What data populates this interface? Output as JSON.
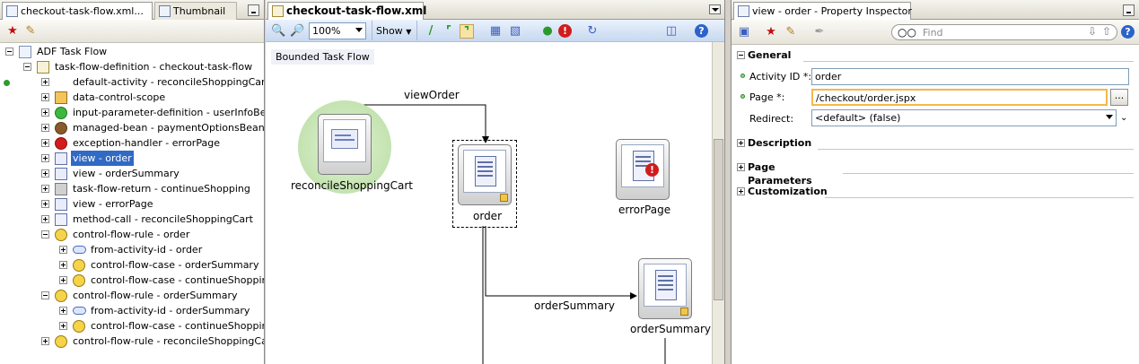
{
  "left_pane": {
    "tabs": [
      {
        "label": "checkout-task-flow.xml..."
      },
      {
        "label": "Thumbnail"
      }
    ],
    "tree": [
      {
        "label": "ADF Task Flow",
        "icon": "adf-taskflow-icon",
        "indent": 0,
        "expander": "minus"
      },
      {
        "label": "task-flow-definition - checkout-task-flow",
        "icon": "task-flow-definition-icon",
        "indent": 1,
        "expander": "minus"
      },
      {
        "label": "default-activity - reconcileShoppingCart",
        "icon": "default-activity-icon",
        "indent": 2,
        "expander": "plus"
      },
      {
        "label": "data-control-scope",
        "icon": "data-control-scope-icon",
        "indent": 2,
        "expander": "plus"
      },
      {
        "label": "input-parameter-definition - userInfoBean",
        "icon": "input-parameter-icon",
        "indent": 2,
        "expander": "plus"
      },
      {
        "label": "managed-bean - paymentOptionsBean",
        "icon": "managed-bean-icon",
        "indent": 2,
        "expander": "plus"
      },
      {
        "label": "exception-handler - errorPage",
        "icon": "exception-handler-icon",
        "indent": 2,
        "expander": "plus"
      },
      {
        "label": "view - order",
        "icon": "view-icon",
        "indent": 2,
        "expander": "plus",
        "selected": true
      },
      {
        "label": "view - orderSummary",
        "icon": "view-icon",
        "indent": 2,
        "expander": "plus"
      },
      {
        "label": "task-flow-return - continueShopping",
        "icon": "task-flow-return-icon",
        "indent": 2,
        "expander": "plus"
      },
      {
        "label": "view - errorPage",
        "icon": "view-icon",
        "indent": 2,
        "expander": "plus"
      },
      {
        "label": "method-call - reconcileShoppingCart",
        "icon": "method-call-icon",
        "indent": 2,
        "expander": "plus"
      },
      {
        "label": "control-flow-rule - order",
        "icon": "control-flow-rule-icon",
        "indent": 2,
        "expander": "minus"
      },
      {
        "label": "from-activity-id - order",
        "icon": "from-activity-icon",
        "indent": 3,
        "expander": "plus"
      },
      {
        "label": "control-flow-case - orderSummary",
        "icon": "control-flow-case-icon",
        "indent": 3,
        "expander": "plus"
      },
      {
        "label": "control-flow-case - continueShopping",
        "icon": "control-flow-case-icon",
        "indent": 3,
        "expander": "plus"
      },
      {
        "label": "control-flow-rule - orderSummary",
        "icon": "control-flow-rule-icon",
        "indent": 2,
        "expander": "minus"
      },
      {
        "label": "from-activity-id - orderSummary",
        "icon": "from-activity-icon",
        "indent": 3,
        "expander": "plus"
      },
      {
        "label": "control-flow-case - continueShopping",
        "icon": "control-flow-case-icon",
        "indent": 3,
        "expander": "plus"
      },
      {
        "label": "control-flow-rule - reconcileShoppingCart",
        "icon": "control-flow-rule-icon",
        "indent": 2,
        "expander": "plus"
      }
    ]
  },
  "center_pane": {
    "tab_label": "checkout-task-flow.xml",
    "zoom": "100%",
    "show_label": "Show",
    "canvas_header": "Bounded Task Flow",
    "activities": {
      "reconcile": "reconcileShoppingCart",
      "order": "order",
      "error": "errorPage",
      "summary": "orderSummary"
    },
    "flows": {
      "view_order": "viewOrder",
      "order_summary": "orderSummary"
    }
  },
  "right_pane": {
    "tab_label": "view - order - Property Inspector",
    "find_placeholder": "Find",
    "sections": {
      "general": "General",
      "description": "Description",
      "page_parameters": "Page Parameters",
      "customization": "Customization"
    },
    "fields": {
      "activity_id_label": "Activity ID *:",
      "activity_id_value": "order",
      "page_label": "Page *:",
      "page_value": "/checkout/order.jspx",
      "redirect_label": "Redirect:",
      "redirect_value": "<default> (false)",
      "ellipsis": "..."
    }
  }
}
